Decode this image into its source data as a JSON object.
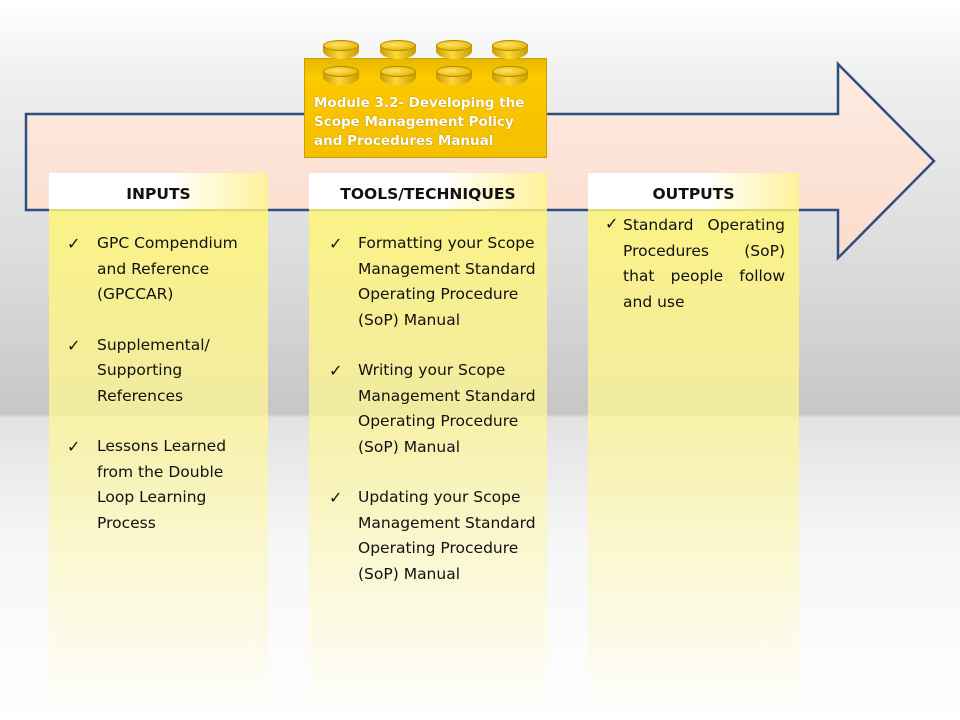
{
  "module": {
    "title": "Module 3.2- Developing the Scope Management Policy and Procedures Manual"
  },
  "columns": {
    "inputs": {
      "header": "INPUTS",
      "items": [
        "GPC Compendium and Reference (GPCCAR)",
        "Supplemental/ Supporting References",
        "Lessons Learned from the Double Loop Learning Process"
      ]
    },
    "tools": {
      "header": "TOOLS/TECHNIQUES",
      "items": [
        "Formatting your Scope Management Standard Operating Procedure (SoP) Manual",
        "Writing your Scope Management Standard Operating Procedure (SoP) Manual",
        "Updating your Scope Management Standard Operating Procedure (SoP) Manual"
      ]
    },
    "outputs": {
      "header": "OUTPUTS",
      "items": [
        "Standard Operating Procedures (SoP) that people follow and use"
      ]
    }
  },
  "icons": {
    "bullet": "checkmark-icon",
    "check_glyph": "✓"
  },
  "colors": {
    "arrow_fill": "#fce4d6",
    "arrow_stroke": "#2e4f7f",
    "brick": "#f8c400",
    "column_fill": "#fff37a"
  }
}
